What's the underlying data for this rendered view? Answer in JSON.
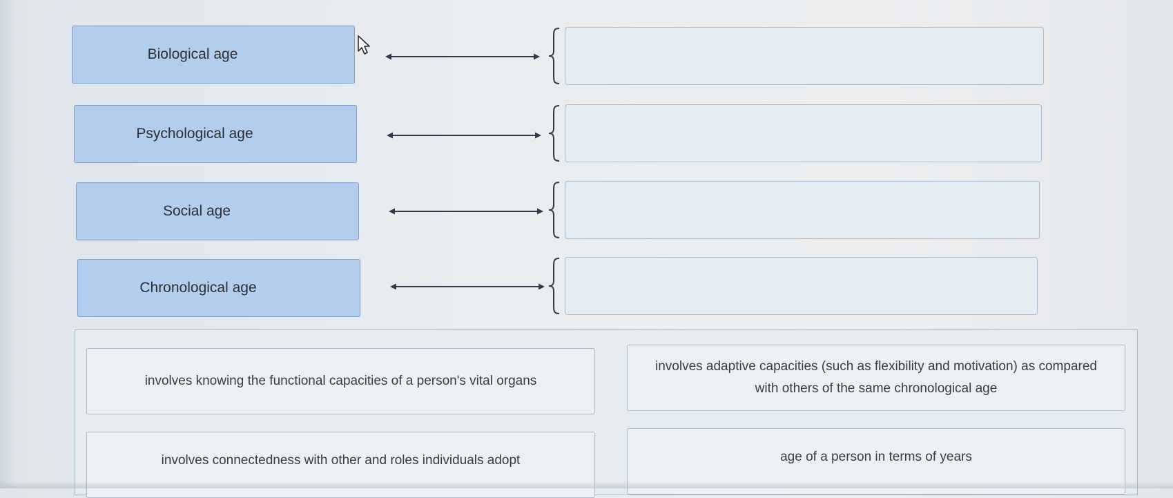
{
  "terms": [
    {
      "label": "Biological age"
    },
    {
      "label": "Psychological age"
    },
    {
      "label": "Social age"
    },
    {
      "label": "Chronological age"
    }
  ],
  "definitions": [
    {
      "text": "involves knowing the functional capacities of a person's vital organs"
    },
    {
      "text": "involves adaptive capacities (such as flexibility and motivation) as compared with others of the same chronological age"
    },
    {
      "text": "involves connectedness with other and roles individuals adopt"
    },
    {
      "text": "age of a person in terms of years"
    }
  ],
  "icons": {
    "arrow": "double-arrow-icon",
    "brace": "left-brace-icon",
    "cursor": "mouse-pointer-icon"
  },
  "colors": {
    "term_fill": "#b3cdef",
    "term_border": "#7e9fc8",
    "drop_fill": "#e4ecf4",
    "bank_fill": "#e6ebf0",
    "arrow": "#2f3b4a"
  }
}
